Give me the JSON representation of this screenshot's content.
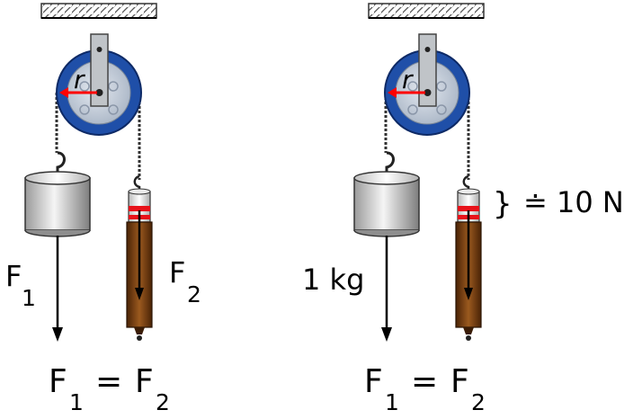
{
  "left": {
    "pulley_radius_label": "r",
    "force1_label": {
      "main": "F",
      "sub": "1"
    },
    "force2_label": {
      "main": "F",
      "sub": "2"
    },
    "equation": {
      "lhs_main": "F",
      "lhs_sub": "1",
      "op": "=",
      "rhs_main": "F",
      "rhs_sub": "2"
    }
  },
  "right": {
    "pulley_radius_label": "r",
    "mass_label": "1 kg",
    "scale_brace": "}",
    "scale_reading": "≐ 10 N",
    "equation": {
      "lhs_main": "F",
      "lhs_sub": "1",
      "op": "=",
      "rhs_main": "F",
      "rhs_sub": "2"
    }
  },
  "colors": {
    "pulley_rim": "#1f4fa8",
    "pulley_disc": "#c9d3e0",
    "radius_arrow": "#ff0000",
    "spring_scale_body": "#7a3f0e",
    "arrow": "#000000"
  }
}
